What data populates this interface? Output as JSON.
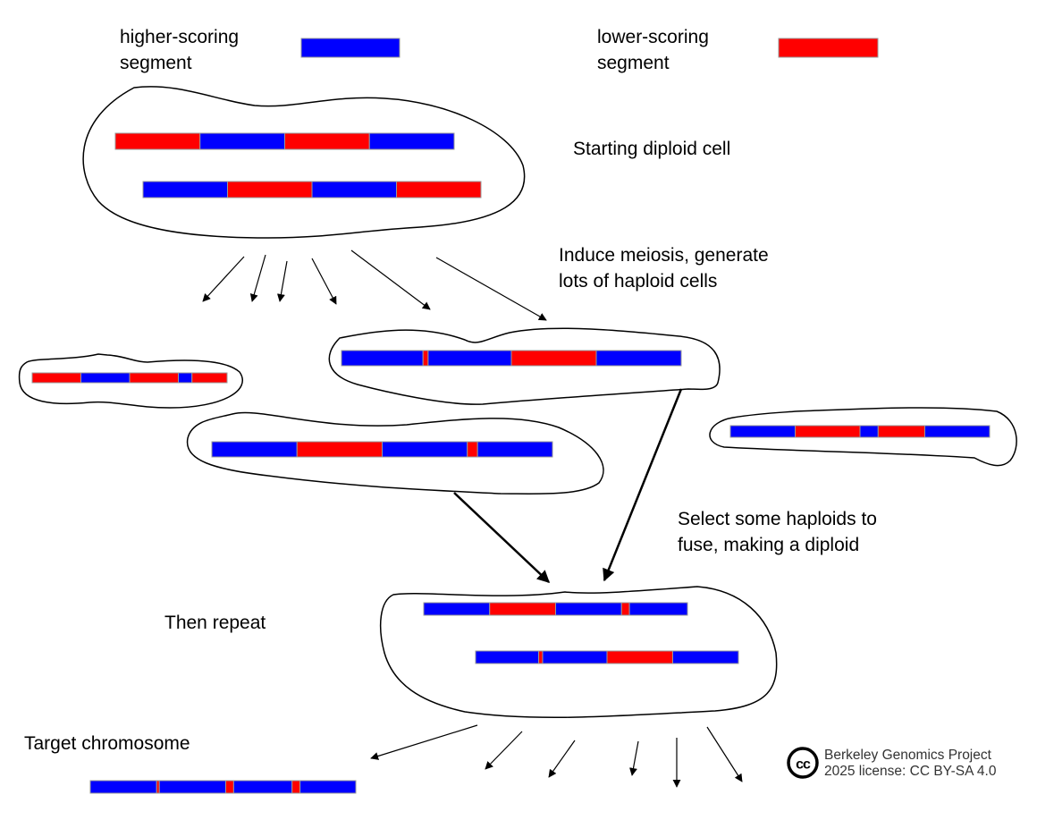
{
  "colors": {
    "higher": "#0000ff",
    "lower": "#ff0000",
    "segment_border": "#999999",
    "outline": "#000000"
  },
  "legend": {
    "higher_label": "higher-scoring\nsegment",
    "lower_label": "lower-scoring\nsegment"
  },
  "labels": {
    "starting_cell": "Starting diploid cell",
    "meiosis": "Induce meiosis, generate\nlots of haploid cells",
    "select": "Select some haploids to\nfuse, making a diploid",
    "repeat": "Then repeat",
    "target": "Target chromosome"
  },
  "credit": {
    "icon": "cc-icon",
    "line1": "Berkeley Genomics Project",
    "line2": "2025 license: CC BY-SA 4.0"
  },
  "chromosomes": {
    "start_top": [
      [
        "L",
        25
      ],
      [
        "H",
        25
      ],
      [
        "L",
        25
      ],
      [
        "H",
        25
      ]
    ],
    "start_bottom": [
      [
        "H",
        25
      ],
      [
        "L",
        25
      ],
      [
        "H",
        25
      ],
      [
        "L",
        25
      ]
    ],
    "haploid_left": [
      [
        "L",
        25
      ],
      [
        "H",
        25
      ],
      [
        "L",
        25
      ],
      [
        "H",
        7
      ],
      [
        "L",
        18
      ]
    ],
    "haploid_upper": [
      [
        "H",
        24
      ],
      [
        "L",
        1.5
      ],
      [
        "H",
        24.5
      ],
      [
        "L",
        25
      ],
      [
        "H",
        25
      ]
    ],
    "haploid_mid": [
      [
        "H",
        25
      ],
      [
        "L",
        25
      ],
      [
        "H",
        25
      ],
      [
        "L",
        3
      ],
      [
        "H",
        22
      ]
    ],
    "haploid_right": [
      [
        "H",
        25
      ],
      [
        "L",
        25
      ],
      [
        "H",
        7
      ],
      [
        "L",
        18
      ],
      [
        "H",
        25
      ]
    ],
    "fused_top": [
      [
        "H",
        25
      ],
      [
        "L",
        25
      ],
      [
        "H",
        25
      ],
      [
        "L",
        3
      ],
      [
        "H",
        22
      ]
    ],
    "fused_bottom": [
      [
        "H",
        24
      ],
      [
        "L",
        1.5
      ],
      [
        "H",
        24.5
      ],
      [
        "L",
        25
      ],
      [
        "H",
        25
      ]
    ],
    "target": [
      [
        "H",
        25
      ],
      [
        "L",
        1
      ],
      [
        "H",
        25
      ],
      [
        "L",
        3
      ],
      [
        "H",
        22
      ],
      [
        "L",
        3
      ],
      [
        "H",
        21
      ]
    ]
  }
}
